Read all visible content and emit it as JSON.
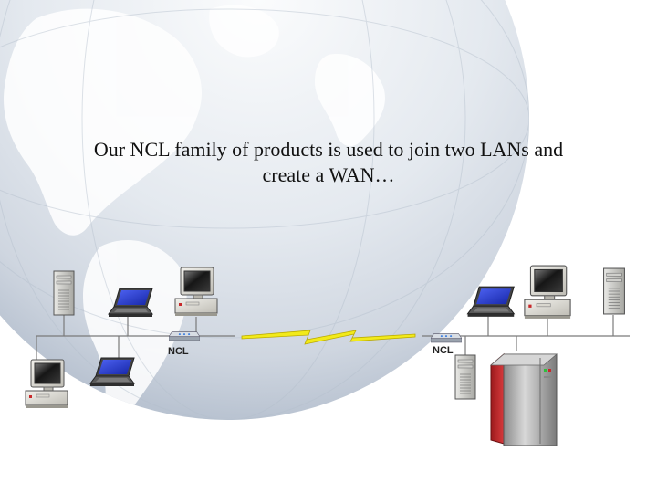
{
  "caption": {
    "line1": "Our NCL family of products is used to join two LANs and",
    "line2": "create a WAN…"
  },
  "devices": {
    "left_router_label": "NCL",
    "right_router_label": "NCL"
  },
  "colors": {
    "globe_light": "#f4f6f9",
    "globe_dark": "#c9d2de",
    "land": "#ffffff",
    "lan_line": "#7a7a7a",
    "wan_link": "#f2ea1a",
    "server_red": "#c8292b",
    "laptop_screen": "#2a3fd6"
  }
}
